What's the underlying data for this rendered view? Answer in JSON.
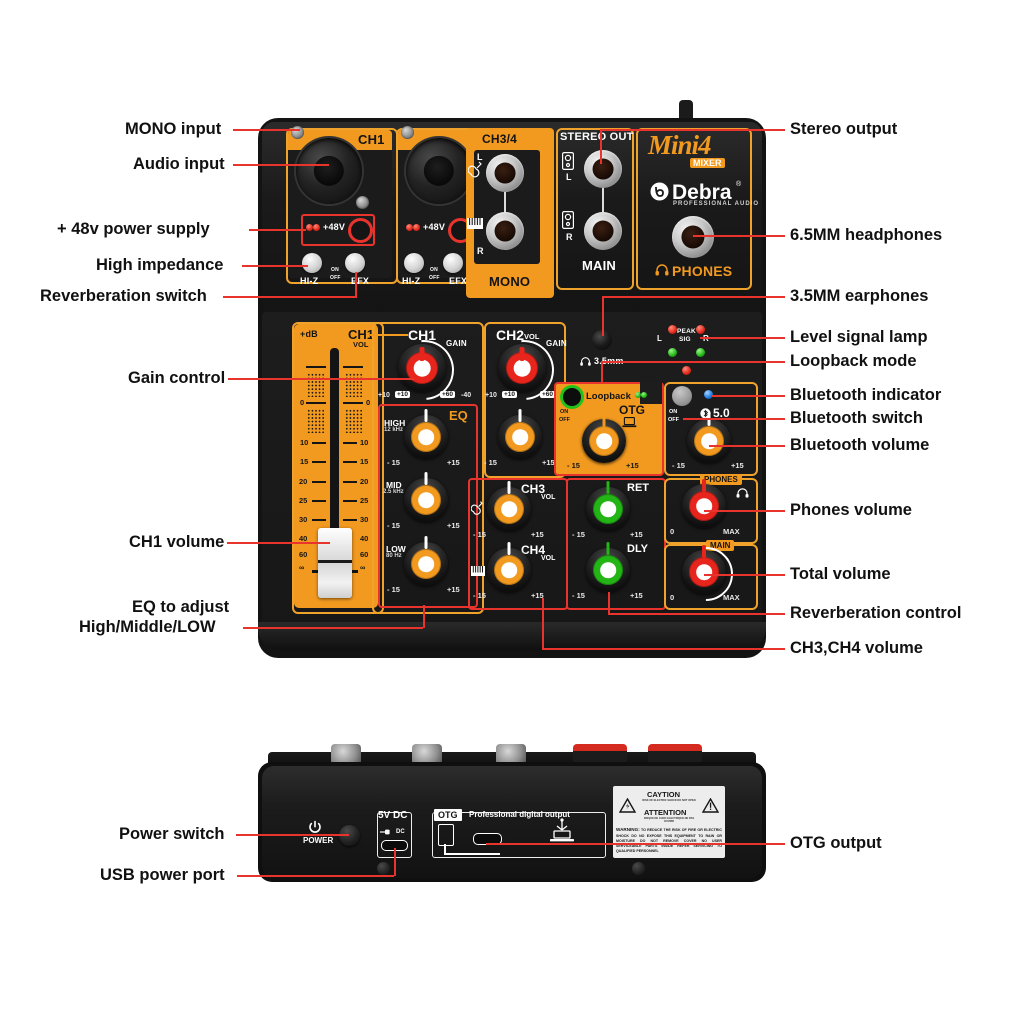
{
  "product": {
    "brand": "Debra",
    "brand_sub": "PROFESSIONAL AUDIO",
    "model": "Mini4",
    "model_sub": "MIXER"
  },
  "callouts_left": [
    {
      "id": "mono-input",
      "label": "MONO input"
    },
    {
      "id": "audio-input",
      "label": "Audio input"
    },
    {
      "id": "phantom-power",
      "label": "+ 48v power supply"
    },
    {
      "id": "high-impedance",
      "label": "High impedance"
    },
    {
      "id": "reverberation-switch",
      "label": "Reverberation switch"
    },
    {
      "id": "gain-control",
      "label": "Gain control"
    },
    {
      "id": "ch1-volume",
      "label": "CH1 volume"
    },
    {
      "id": "eq-adjust-line1",
      "label": "EQ to adjust"
    },
    {
      "id": "eq-adjust-line2",
      "label": "High/Middle/LOW"
    },
    {
      "id": "power-switch",
      "label": "Power switch"
    },
    {
      "id": "usb-power-port",
      "label": "USB power port"
    }
  ],
  "callouts_right": [
    {
      "id": "stereo-output",
      "label": "Stereo output"
    },
    {
      "id": "headphones-65",
      "label": "6.5MM headphones"
    },
    {
      "id": "earphones-35",
      "label": "3.5MM earphones"
    },
    {
      "id": "level-signal-lamp",
      "label": "Level signal lamp"
    },
    {
      "id": "loopback-mode",
      "label": "Loopback mode"
    },
    {
      "id": "bluetooth-indicator",
      "label": "Bluetooth indicator"
    },
    {
      "id": "bluetooth-switch",
      "label": "Bluetooth switch"
    },
    {
      "id": "bluetooth-volume",
      "label": "Bluetooth volume"
    },
    {
      "id": "phones-volume",
      "label": "Phones volume"
    },
    {
      "id": "total-volume",
      "label": "Total volume"
    },
    {
      "id": "reverberation-control",
      "label": "Reverberation control"
    },
    {
      "id": "ch3-ch4-volume",
      "label": "CH3,CH4 volume"
    },
    {
      "id": "otg-output",
      "label": "OTG output"
    }
  ],
  "top_panel": {
    "ch1": "CH1",
    "ch2": "CH2",
    "ch34": "CH3/4",
    "stereo_out": "STEREO OUT",
    "phantom": "+48V",
    "hiz": "HI-Z",
    "efx": "EFX",
    "switch_on": "ON",
    "switch_off": "OFF",
    "jack_l": "L",
    "jack_r": "R",
    "mono": "MONO",
    "main": "MAIN",
    "phones": "PHONES"
  },
  "control_panel": {
    "db_label": "+dB",
    "ch1_vol_top": "CH1",
    "vol_sub": "VOL",
    "ch1_gain": "CH1",
    "ch2_gain": "CH2",
    "gain_label": "GAIN",
    "gain_scale": [
      "+10",
      "+10",
      "+60",
      "-40"
    ],
    "eq_label": "EQ",
    "eq_bands": [
      {
        "name": "HIGH",
        "freq": "12 kHz",
        "min": "- 15",
        "max": "+15"
      },
      {
        "name": "MID",
        "freq": "2.5 kHz",
        "min": "- 15",
        "max": "+15"
      },
      {
        "name": "LOW",
        "freq": "80 Hz",
        "min": "- 15",
        "max": "+15"
      }
    ],
    "ch3": "CH3",
    "ch4": "CH4",
    "ret": "RET",
    "dly": "DLY",
    "scale_min": "- 15",
    "scale_max": "+15",
    "vol_min": "0",
    "vol_max": "MAX",
    "phones_tag": "PHONES",
    "main_tag": "MAIN",
    "jack_35mm": "3.5mm",
    "meter_l": "L",
    "meter_r": "R",
    "meter_peak": "PEAK",
    "meter_sig": "SIG",
    "loopback": "Loopback",
    "otg": "OTG",
    "bluetooth_version": "5.0",
    "fader_scale": [
      "0",
      "10",
      "15",
      "20",
      "25",
      "30",
      "40",
      "60",
      "∞"
    ]
  },
  "rear_panel": {
    "power": "POWER",
    "dc_title": "5V DC",
    "dc_label": "DC",
    "otg_tag": "OTG",
    "otg_title": "Professional digital output",
    "warning": {
      "caution": "CAYTION",
      "caution_sub": "RISK OF ELECTRIC SHOCK DO NOT OPEN",
      "attention": "ATTENTION",
      "attention_sub": "RISQUE DE CHOC ELECTRIQUE NE PAS OUVRIR",
      "warning_bold": "WARNING:",
      "warning_text": "TO REDUCE THE RISK OF FIRE OR ELECTRIC SHOCK DO NO EXPOSE THIS EQUIPMENT TO RAIN OR MOISTURE DO NOT REMOVE COVER NO USER SERVICEABLE PARTS INSIDE REFER SERVICING TO QUALIFIED PERSONNEL"
    }
  },
  "colors": {
    "accent_orange": "#f29a1f",
    "leader_red": "#e8342c",
    "knob_red": "#e8251c",
    "knob_green": "#22b515",
    "body_black": "#151515"
  }
}
